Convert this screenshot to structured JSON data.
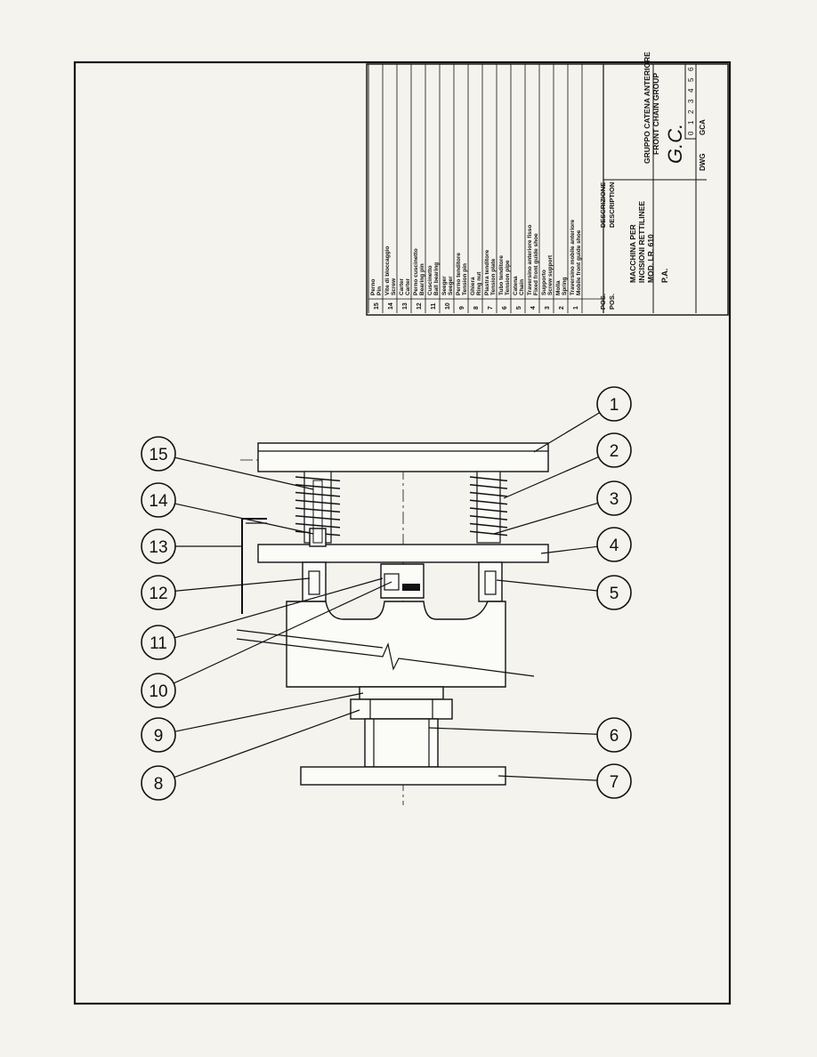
{
  "colors": {
    "paper": "#f4f3ee",
    "ink": "#111111"
  },
  "callouts": [
    {
      "id": "1",
      "label": "1"
    },
    {
      "id": "2",
      "label": "2"
    },
    {
      "id": "3",
      "label": "3"
    },
    {
      "id": "4",
      "label": "4"
    },
    {
      "id": "5",
      "label": "5"
    },
    {
      "id": "6",
      "label": "6"
    },
    {
      "id": "7",
      "label": "7"
    },
    {
      "id": "8",
      "label": "8"
    },
    {
      "id": "9",
      "label": "9"
    },
    {
      "id": "10",
      "label": "10"
    },
    {
      "id": "11",
      "label": "11"
    },
    {
      "id": "12",
      "label": "12"
    },
    {
      "id": "13",
      "label": "13"
    },
    {
      "id": "14",
      "label": "14"
    },
    {
      "id": "15",
      "label": "15"
    }
  ],
  "parts_list": {
    "rows": [
      {
        "pos": "15",
        "it": "Perno",
        "en": "Pin"
      },
      {
        "pos": "14",
        "it": "Vite di bloccaggio",
        "en": "Screw"
      },
      {
        "pos": "13",
        "it": "Carter",
        "en": "Carter"
      },
      {
        "pos": "12",
        "it": "Perno cuscinetto",
        "en": "Bearing pin"
      },
      {
        "pos": "11",
        "it": "Cuscinetto",
        "en": "Ball bearing"
      },
      {
        "pos": "10",
        "it": "Seeger",
        "en": "Seeger"
      },
      {
        "pos": "9",
        "it": "Perno tenditore",
        "en": "Tension pin"
      },
      {
        "pos": "8",
        "it": "Ghiera",
        "en": "Ring nut"
      },
      {
        "pos": "7",
        "it": "Piastra tenditore",
        "en": "Tension plate"
      },
      {
        "pos": "6",
        "it": "Tubo tenditore",
        "en": "Tension pipe"
      },
      {
        "pos": "5",
        "it": "Catena",
        "en": "Chain"
      },
      {
        "pos": "4",
        "it": "Traversino anteriore fisso",
        "en": "Fixed front guide shoe"
      },
      {
        "pos": "3",
        "it": "Supporto",
        "en": "Screw support"
      },
      {
        "pos": "2",
        "it": "Molla",
        "en": "Spring"
      },
      {
        "pos": "1",
        "it": "Traversino mobile anteriore",
        "en": "Mobile front guide shoe"
      }
    ],
    "header": {
      "pos_it": "POS.",
      "pos_en": "POS.",
      "desc_it": "DESCRIZIONE",
      "desc_en": "DESCRIPTION"
    }
  },
  "title_block": {
    "machine_lines": [
      "MACCHINA PER",
      "INCISIONI RETTILINEE",
      "MOD. LR. 610"
    ],
    "group_it": "GRUPPO CATENA ANTERIORE",
    "group_en": "FRONT CHAIN GROUP",
    "approved": "P.A.",
    "signature_mark": "G.C.",
    "drawing_label": "DWG",
    "drawing_code": "GCA",
    "sheets": [
      "0",
      "1",
      "2",
      "3",
      "4",
      "5",
      "6"
    ]
  }
}
